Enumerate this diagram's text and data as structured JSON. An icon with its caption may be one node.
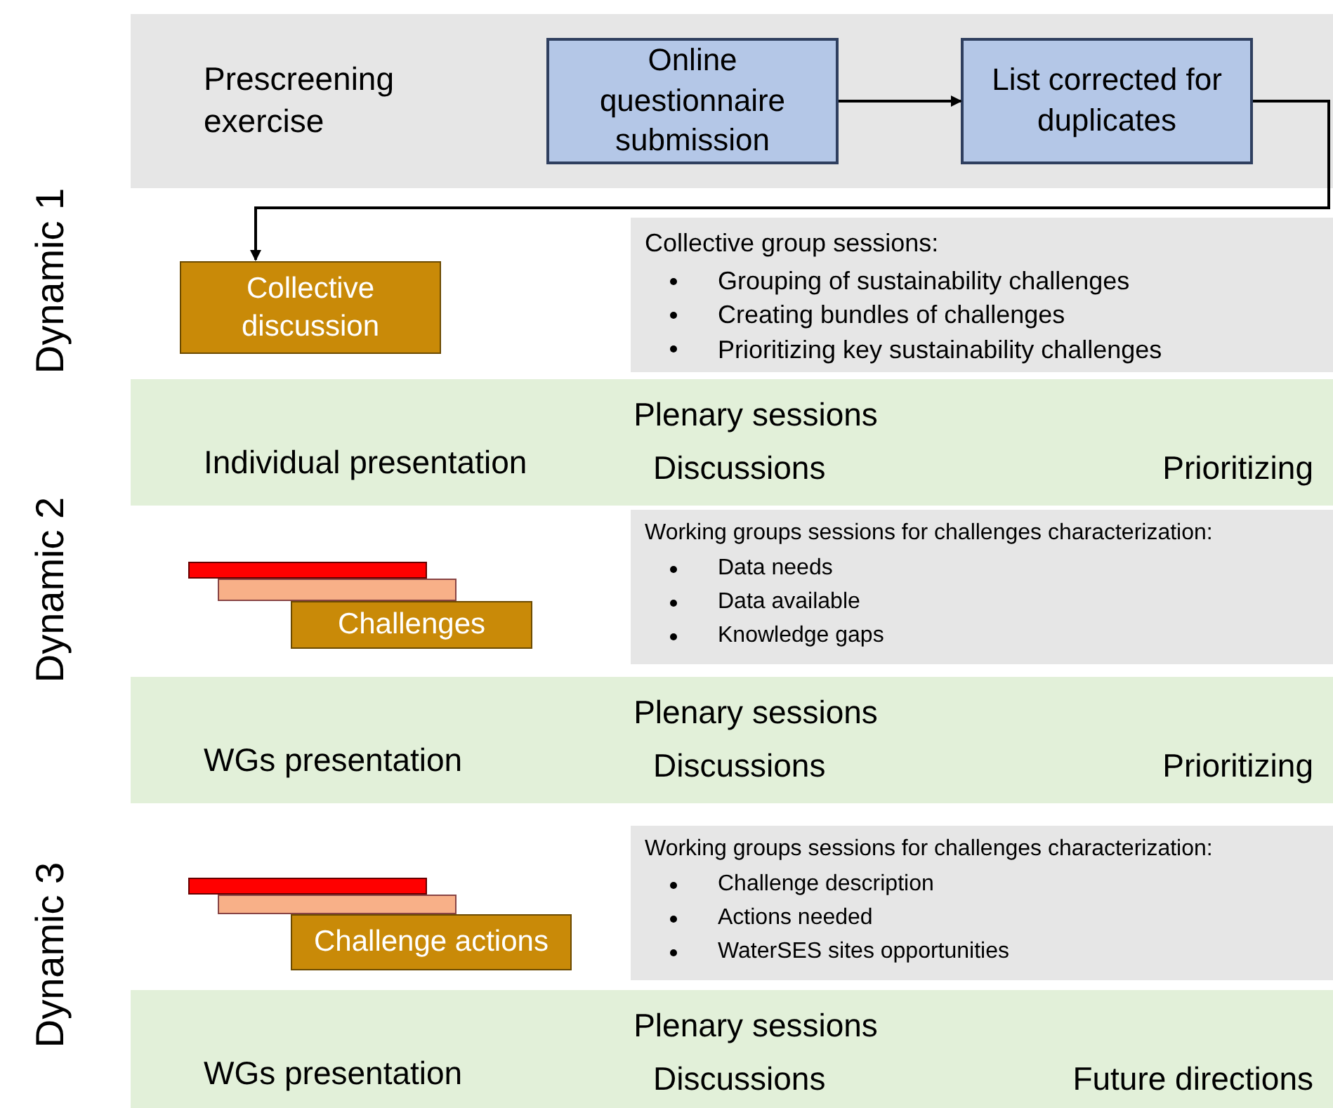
{
  "diagram": {
    "nodes": [
      {
        "text": [
          "Prescreening exercise"
        ]
      },
      {
        "text": [
          "Online questionnaire submission"
        ],
        "in": 0
      },
      {
        "text": [
          "List corrected for duplicates"
        ],
        "in": 0
      },
      {
        "text": [
          "Collective discussion"
        ]
      },
      {
        "text": [
          "Collective group sessions:",
          "Grouping of sustainability challenges",
          "Creating bundles of challenges",
          "Prioritizing key sustainability challenges"
        ]
      },
      {
        "text": [
          "Plenary sessions",
          "Individual presentation",
          "Discussions",
          "Prioritizing"
        ]
      },
      {
        "text": [],
        "shape": "box"
      },
      {
        "text": [],
        "shape": "box"
      },
      {
        "text": [
          "Challenges"
        ]
      },
      {
        "text": [
          "Working groups sessions for challenges characterization:",
          "Data needs",
          "Data available",
          "Knowledge gaps"
        ]
      },
      {
        "text": [
          "Plenary sessions",
          "WGs presentation",
          "Discussions",
          "Prioritizing"
        ]
      },
      {
        "text": [],
        "shape": "box"
      },
      {
        "text": [],
        "shape": "box"
      },
      {
        "text": [
          "Challenge actions"
        ]
      },
      {
        "text": [
          "Working groups sessions for challenges characterization:",
          "Challenge description",
          "Actions needed",
          "WaterSES sites opportunities"
        ]
      },
      {
        "text": [
          "Plenary sessions",
          "WGs presentation",
          "Discussions",
          "Future directions"
        ]
      }
    ],
    "edges": [
      {
        "from": 1,
        "to": 2,
        "arrow": "to"
      },
      {
        "from": 2,
        "to": 3,
        "arrow": "to"
      }
    ],
    "labels": [
      "Dynamic 1",
      "Dynamic 2",
      "Dynamic 3"
    ]
  }
}
